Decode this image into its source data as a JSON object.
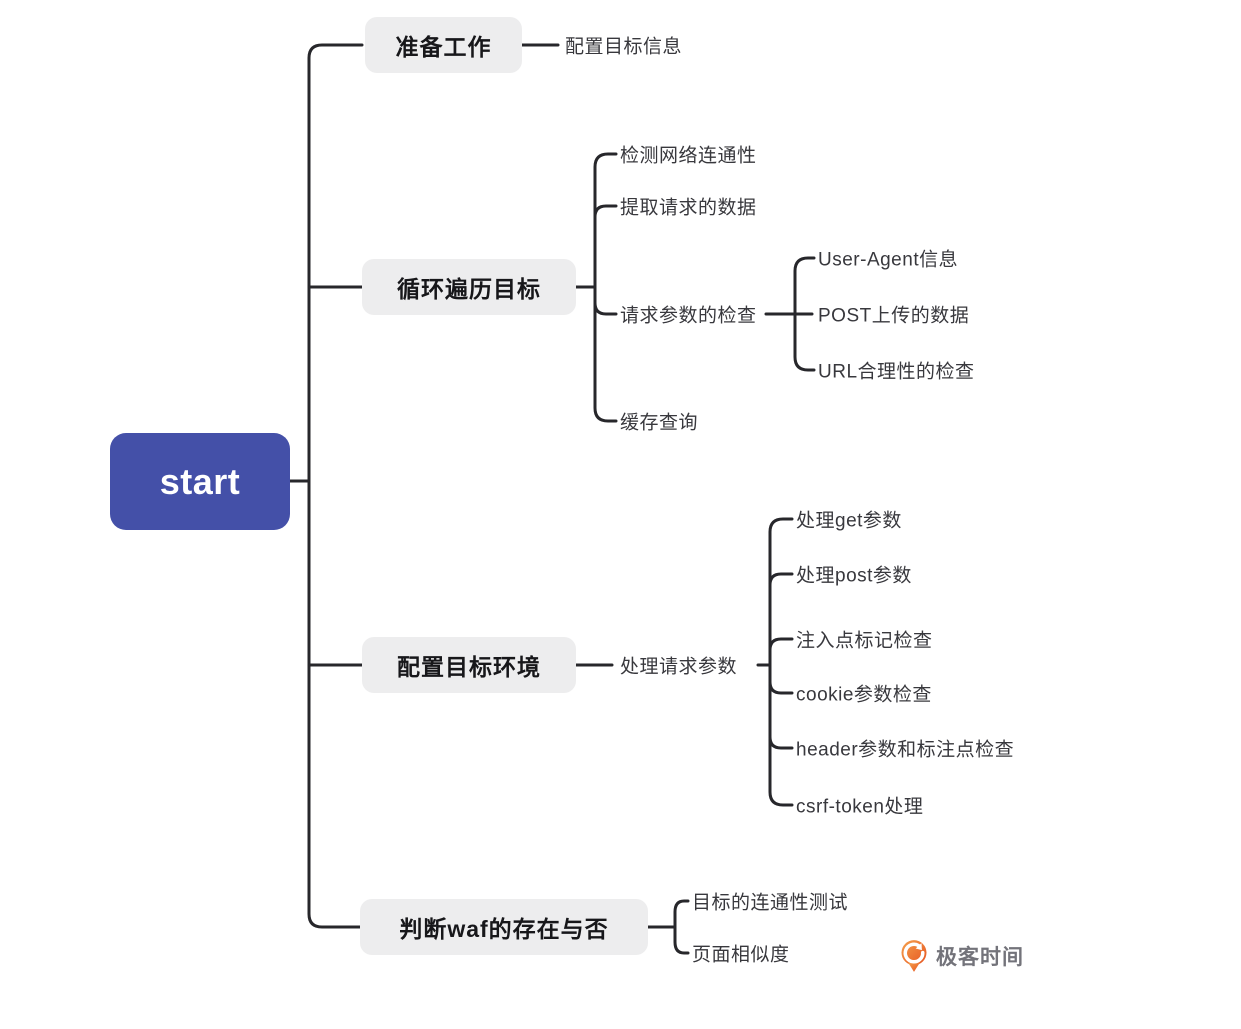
{
  "root": {
    "label": "start"
  },
  "branches": [
    {
      "label": "准备工作",
      "children": [
        {
          "label": "配置目标信息"
        }
      ]
    },
    {
      "label": "循环遍历目标",
      "children": [
        {
          "label": "检测网络连通性"
        },
        {
          "label": "提取请求的数据"
        },
        {
          "label": "请求参数的检查",
          "children": [
            {
              "label": "User-Agent信息"
            },
            {
              "label": "POST上传的数据"
            },
            {
              "label": "URL合理性的检查"
            }
          ]
        },
        {
          "label": "缓存查询"
        }
      ]
    },
    {
      "label": "配置目标环境",
      "children": [
        {
          "label": "处理请求参数",
          "children": [
            {
              "label": "处理get参数"
            },
            {
              "label": "处理post参数"
            },
            {
              "label": "注入点标记检查"
            },
            {
              "label": "cookie参数检查"
            },
            {
              "label": "header参数和标注点检查"
            },
            {
              "label": "csrf-token处理"
            }
          ]
        }
      ]
    },
    {
      "label": "判断waf的存在与否",
      "children": [
        {
          "label": "目标的连通性测试"
        },
        {
          "label": "页面相似度"
        }
      ]
    }
  ],
  "watermark": {
    "brand": "极客时间"
  },
  "colors": {
    "root_fill": "#4450a8",
    "branch_fill": "#ededee",
    "line": "#27272b",
    "leaf_text": "#38383d",
    "brand_orange": "#ed6c2b"
  }
}
